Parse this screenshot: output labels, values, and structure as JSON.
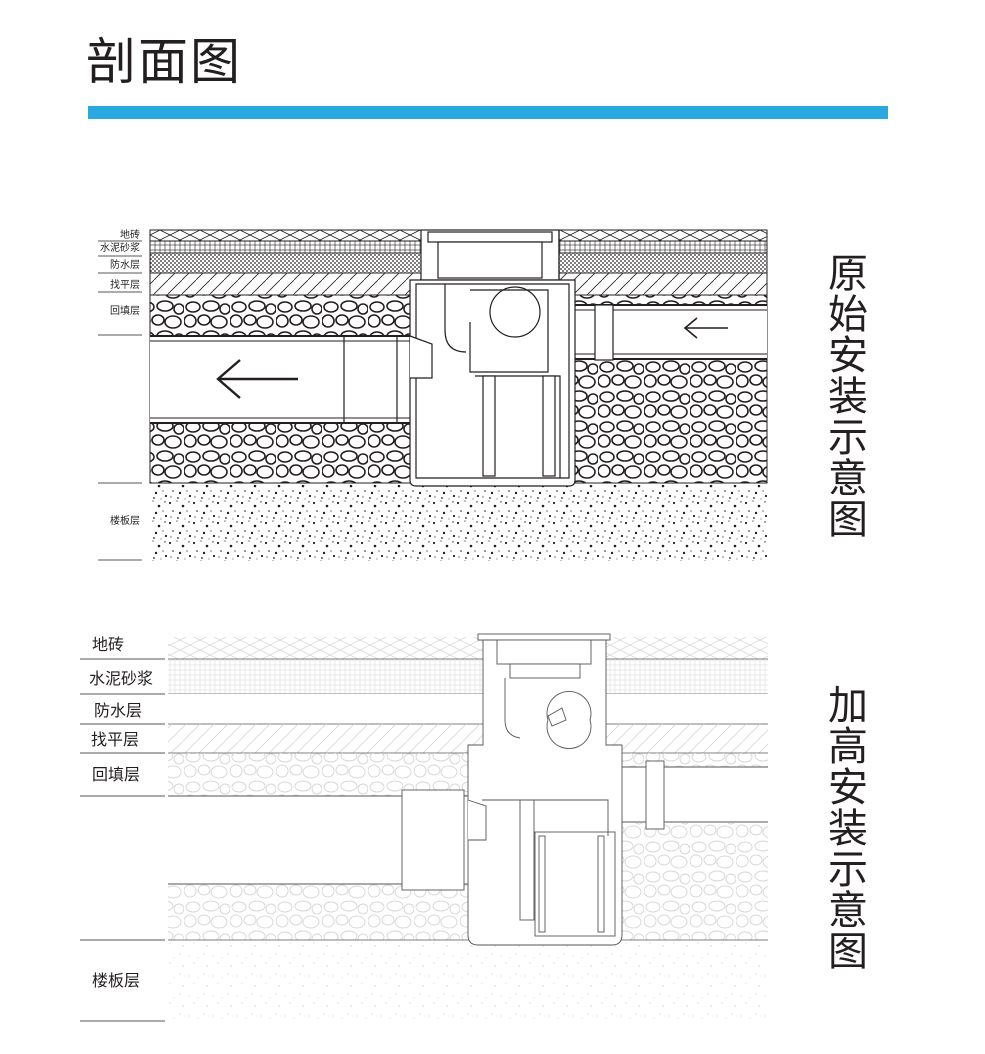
{
  "header": {
    "title": "剖面图",
    "accent_color": "#29a9e0"
  },
  "diagram1": {
    "side_label": "原始安装示意图",
    "layers": [
      "地砖",
      "水泥砂浆",
      "防水层",
      "找平层",
      "回填层",
      "楼板层"
    ]
  },
  "diagram2": {
    "side_label": "加高安装示意图",
    "layers": [
      "地砖",
      "水泥砂浆",
      "防水层",
      "找平层",
      "回填层",
      "楼板层"
    ]
  },
  "icons": {
    "flow_arrow": "left-arrow-icon"
  }
}
